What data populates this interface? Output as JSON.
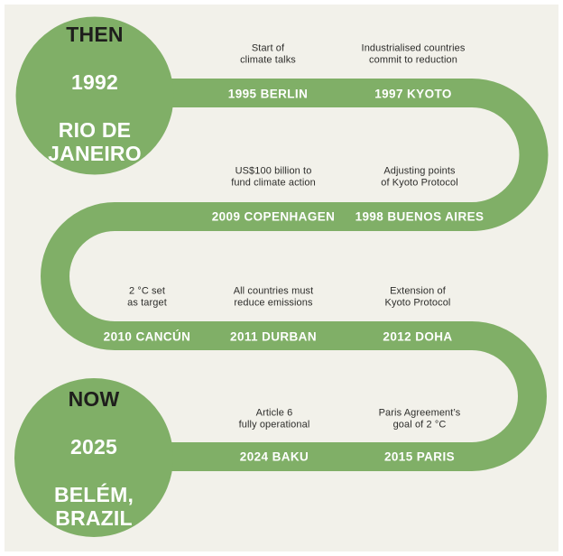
{
  "colors": {
    "green": "#80af67",
    "background": "#f2f1ea",
    "frame": "#ffffff",
    "heading_dark": "#1e1e1c",
    "note_text": "#2d2d2b",
    "band_text": "#ffffff"
  },
  "then_circle": {
    "era": "THEN",
    "year": "1992",
    "place": "RIO DE\nJANEIRO"
  },
  "now_circle": {
    "era": "NOW",
    "year": "2025",
    "place": "BELÉM,\nBRAZIL"
  },
  "events": [
    {
      "band_label": "1995 BERLIN",
      "note": "Start of\nclimate talks"
    },
    {
      "band_label": "1997 KYOTO",
      "note": "Industrialised countries\ncommit to reduction"
    },
    {
      "band_label": "2009 COPENHAGEN",
      "note": "US$100 billion to\nfund climate action"
    },
    {
      "band_label": "1998 BUENOS AIRES",
      "note": "Adjusting points\nof Kyoto Protocol"
    },
    {
      "band_label": "2010 CANCÚN",
      "note": "2 °C set\nas target"
    },
    {
      "band_label": "2011 DURBAN",
      "note": "All countries must\nreduce emissions"
    },
    {
      "band_label": "2012 DOHA",
      "note": "Extension of\nKyoto Protocol"
    },
    {
      "band_label": "2024 BAKU",
      "note": "Article 6\nfully operational"
    },
    {
      "band_label": "2015 PARIS",
      "note": "Paris Agreement’s\ngoal of 2 °C"
    }
  ]
}
